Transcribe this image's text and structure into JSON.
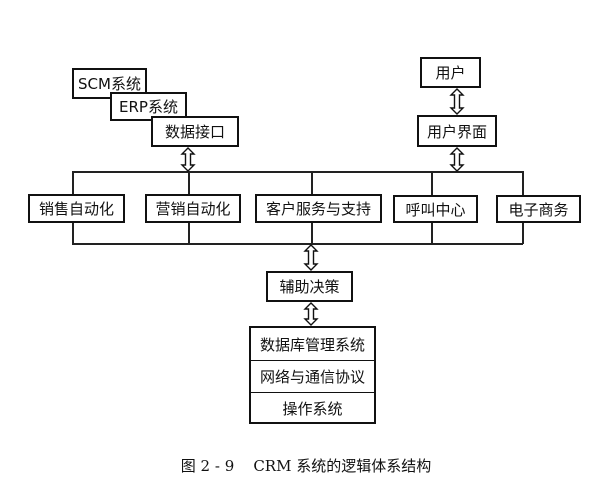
{
  "diagram": {
    "external_systems": [
      {
        "label": "SCM系统"
      },
      {
        "label": "ERP系统"
      },
      {
        "label": "数据接口"
      }
    ],
    "user": {
      "label": "用户"
    },
    "user_interface": {
      "label": "用户界面"
    },
    "modules": [
      {
        "label": "销售自动化"
      },
      {
        "label": "营销自动化"
      },
      {
        "label": "客户服务与支持"
      },
      {
        "label": "呼叫中心"
      },
      {
        "label": "电子商务"
      }
    ],
    "decision_support": {
      "label": "辅助决策"
    },
    "infrastructure_stack": [
      {
        "label": "数据库管理系统"
      },
      {
        "label": "网络与通信协议"
      },
      {
        "label": "操作系统"
      }
    ],
    "connections": [
      {
        "from": "数据接口",
        "to": "模块总线",
        "type": "bidirectional"
      },
      {
        "from": "用户",
        "to": "用户界面",
        "type": "bidirectional"
      },
      {
        "from": "用户界面",
        "to": "模块总线",
        "type": "bidirectional"
      },
      {
        "from": "模块总线",
        "to": "辅助决策",
        "type": "bidirectional"
      },
      {
        "from": "辅助决策",
        "to": "数据库管理系统",
        "type": "bidirectional"
      }
    ]
  },
  "caption": "图 2 - 9    CRM 系统的逻辑体系结构"
}
